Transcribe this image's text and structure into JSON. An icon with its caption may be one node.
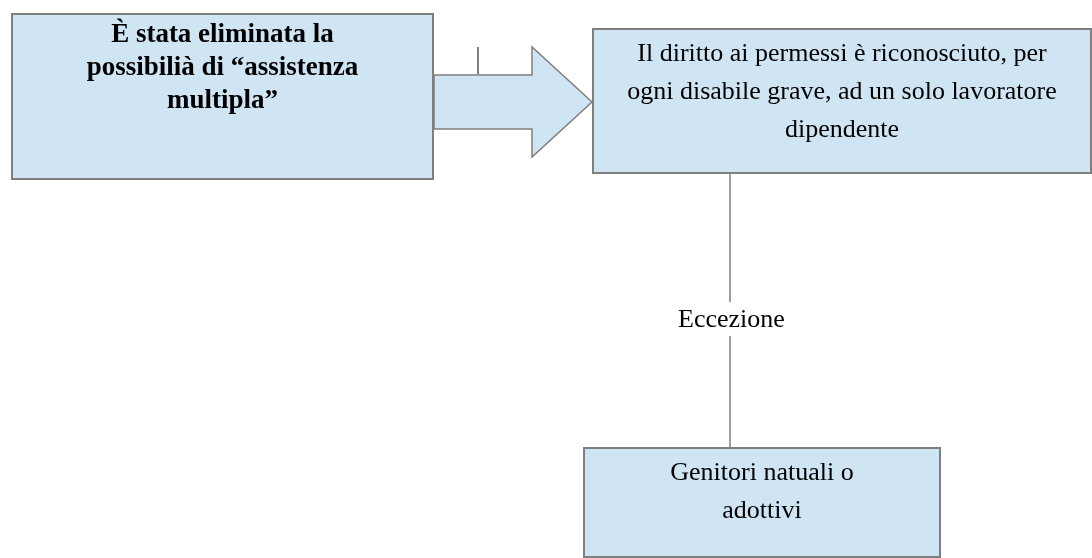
{
  "diagram": {
    "nodes": [
      {
        "text": [
          "È stata eliminata la possibilià di “assistenza multipla”"
        ]
      },
      {
        "text": [
          "Il diritto ai permessi è riconosciuto, per ogni disabile grave, ad un solo lavoratore dipendente"
        ]
      },
      {
        "text": [
          "Genitori natuali o adottivi"
        ]
      }
    ],
    "edges": [
      {
        "from": 0,
        "to": 1,
        "arrow": "to",
        "style": "thick"
      },
      {
        "from": 1,
        "to": 2,
        "arrow": "none",
        "label": "Eccezione"
      }
    ]
  }
}
